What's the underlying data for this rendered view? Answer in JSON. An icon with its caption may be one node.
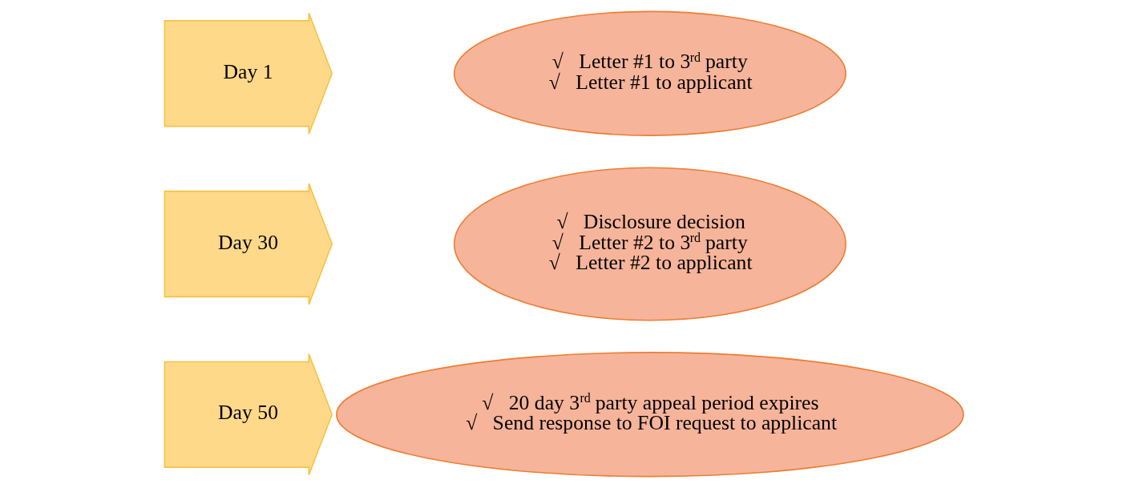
{
  "diagram": {
    "nodes": [
      {
        "text": [
          "Day 1"
        ]
      },
      {
        "text": [
          "√   Letter #1 to 3$^{rd}$ party",
          "√   Letter #1 to applicant"
        ]
      },
      {
        "text": [
          "Day 30"
        ]
      },
      {
        "text": [
          "√   Disclosure decision",
          "√   Letter #2 to 3$^{rd}$ party",
          "√   Letter #2 to applicant"
        ]
      },
      {
        "text": [
          "Day 50"
        ]
      },
      {
        "text": [
          "√   20 day 3$^{rd}$ party appeal period expires",
          "√   Send response to FOI request to applicant"
        ]
      }
    ],
    "edges": []
  }
}
